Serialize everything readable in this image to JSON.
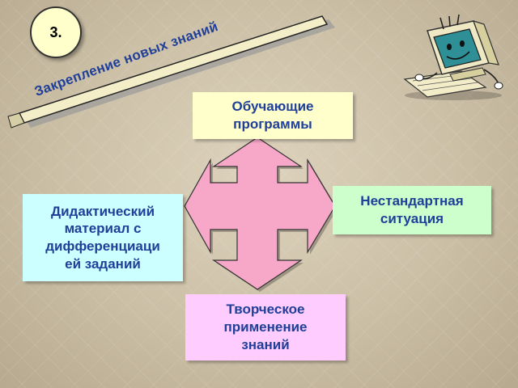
{
  "badge": {
    "number": "3."
  },
  "banner": {
    "title": "Закрепление новых знаний"
  },
  "boxes": {
    "top": {
      "lines": [
        "Обучающие",
        "программы"
      ]
    },
    "right": {
      "lines": [
        "Нестандартная",
        "ситуация"
      ]
    },
    "left": {
      "lines": [
        "Дидактический",
        "материал с",
        "дифференциаци",
        "ей заданий"
      ]
    },
    "bottom": {
      "lines": [
        "Творческое",
        "применение",
        "знаний"
      ]
    }
  },
  "icons": {
    "computer": "computer-mascot-icon",
    "arrows": "four-way-arrow-icon"
  },
  "colors": {
    "text": "#1f3f99",
    "arrow_fill": "#f7a8c8",
    "box_top": "#ffffcc",
    "box_right": "#ccffcc",
    "box_left": "#ccffff",
    "box_bottom": "#ffccff",
    "banner_fill": "#f3edc8"
  }
}
